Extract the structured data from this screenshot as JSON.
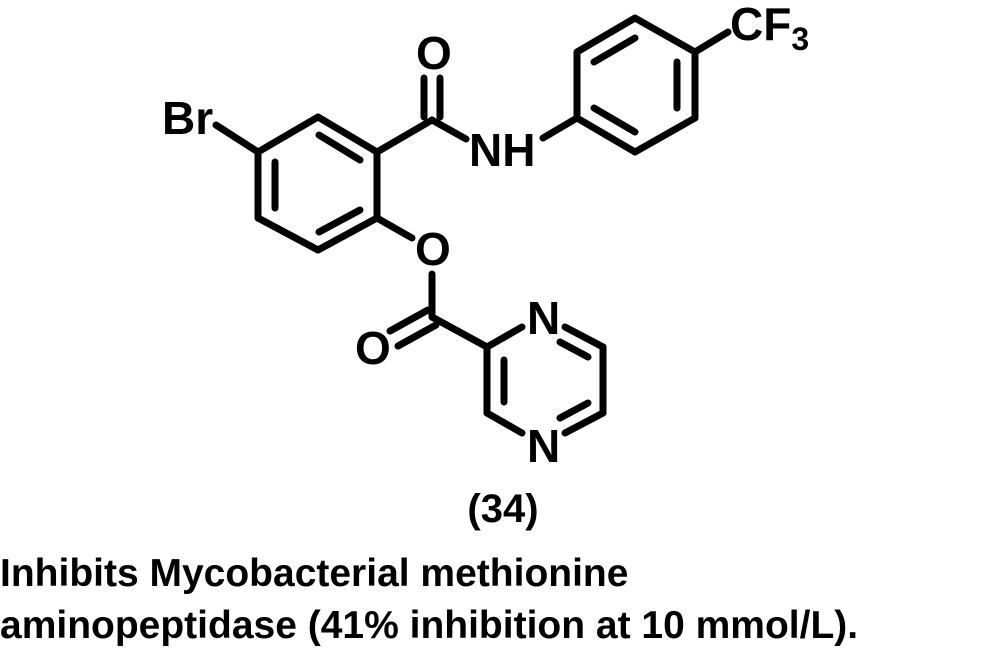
{
  "figure": {
    "type": "chemical-structure",
    "compound_number": "(34)",
    "caption_lines": [
      "Inhibits Mycobacterial methionine",
      "aminopeptidase (41% inhibition at 10 mmol/L)."
    ],
    "atom_labels": {
      "bromine": "Br",
      "amide_oxygen": "O",
      "amide_nitrogen": "NH",
      "trifluoromethyl_c": "CF",
      "trifluoromethyl_sub": "3",
      "ester_oxygen": "O",
      "ester_carbonyl_oxygen": "O",
      "pyrazine_n1": "N",
      "pyrazine_n4": "N"
    },
    "colors": {
      "ink": "#000000",
      "background": "#ffffff"
    }
  }
}
